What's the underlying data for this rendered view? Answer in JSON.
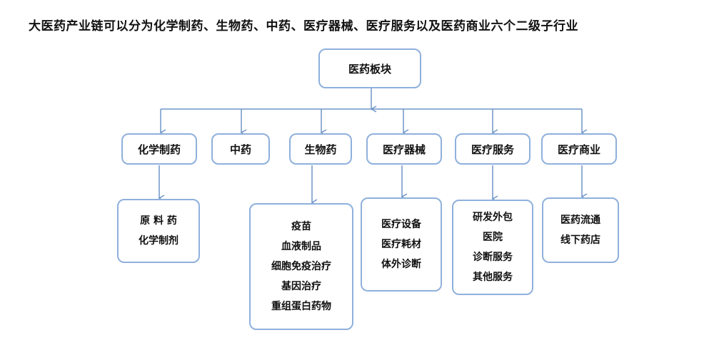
{
  "title": "大医药产业链可以分为化学制药、生物药、中药、医疗器械、医疗服务以及医药商业六个二级子行业",
  "root": {
    "label": "医药板块"
  },
  "categories": [
    {
      "label": "化学制药",
      "items": [
        "原 料 药",
        "化学制剂"
      ]
    },
    {
      "label": "中药",
      "items": []
    },
    {
      "label": "生物药",
      "items": [
        "疫苗",
        "血液制品",
        "细胞免疫治疗",
        "基因治疗",
        "重组蛋白药物"
      ]
    },
    {
      "label": "医疗器械",
      "items": [
        "医疗设备",
        "医疗耗材",
        "体外诊断"
      ]
    },
    {
      "label": "医疗服务",
      "items": [
        "研发外包",
        "医院",
        "诊断服务",
        "其他服务"
      ]
    },
    {
      "label": "医疗商业",
      "items": [
        "医药流通",
        "线下药店"
      ]
    }
  ],
  "colors": {
    "border": "#8fb0dc",
    "connector": "#6f95c9"
  }
}
